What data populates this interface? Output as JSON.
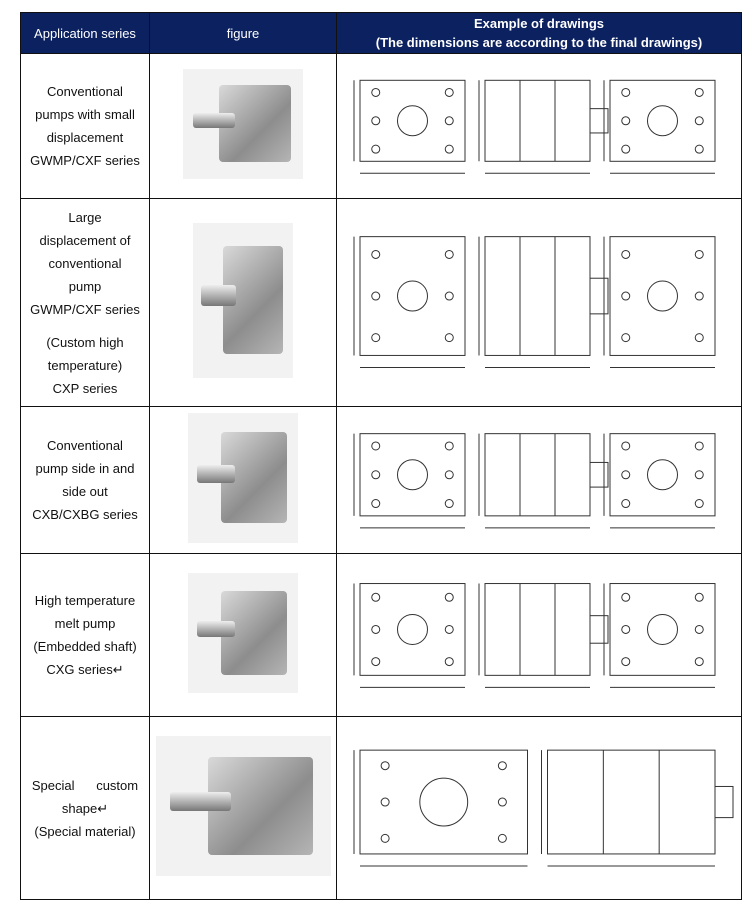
{
  "header": {
    "col1": "Application series",
    "col2": "figure",
    "col3_line1": "Example of drawings",
    "col3_line2": "(The dimensions are according  to the final drawings)"
  },
  "rows": [
    {
      "lines": [
        "Conventional",
        "pumps with small",
        "displacement",
        "GWMP/CXF series"
      ]
    },
    {
      "lines": [
        "Large",
        "displacement of",
        "conventional",
        "pump",
        "GWMP/CXF series",
        "(Custom high",
        "temperature)",
        "CXP series"
      ]
    },
    {
      "lines": [
        "Conventional",
        "pump side in and",
        "side out",
        "CXB/CXBG series"
      ]
    },
    {
      "lines": [
        "High temperature",
        "melt pump",
        "(Embedded shaft)",
        "CXG series↵"
      ]
    },
    {
      "lines": [
        "Special      custom",
        "shape↵",
        "(Special material)"
      ]
    }
  ]
}
